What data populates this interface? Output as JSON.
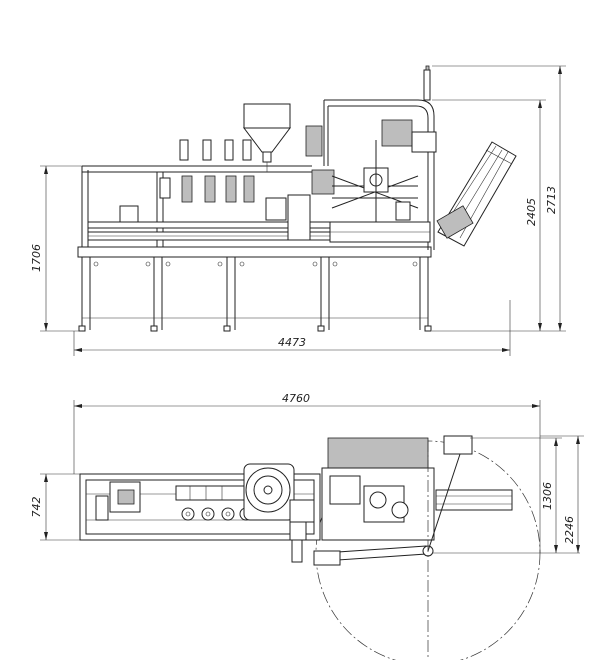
{
  "dimensions": {
    "front_view": {
      "overall_length": "4473",
      "table_height": "1706",
      "tower_height": "2405",
      "total_height": "2713"
    },
    "top_view": {
      "overall_length": "4760",
      "frame_width": "742",
      "carousel_width": "1306",
      "swing_radius_width": "2246"
    }
  }
}
